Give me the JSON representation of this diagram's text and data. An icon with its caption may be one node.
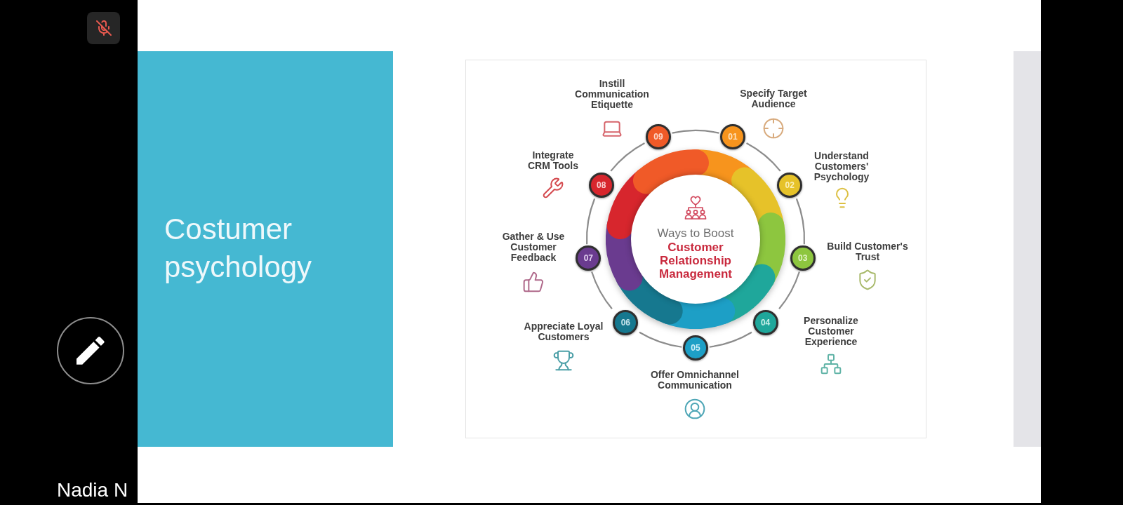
{
  "diagram": {
    "nodes": [
      {
        "text": [
          "Costumer psychology"
        ]
      },
      {
        "text": [
          "Ways to Boost",
          "Customer Relationship Management"
        ]
      },
      {
        "text": [
          "01"
        ],
        "beside": [
          "Specify Target Audience"
        ]
      },
      {
        "text": [
          "02"
        ],
        "beside": [
          "Understand Customers' Psychology"
        ]
      },
      {
        "text": [
          "03"
        ],
        "beside": [
          "Build Customer's Trust"
        ]
      },
      {
        "text": [
          "04"
        ],
        "beside": [
          "Personalize Customer Experience"
        ]
      },
      {
        "text": [
          "05"
        ],
        "beside": [
          "Offer Omnichannel Communication"
        ]
      },
      {
        "text": [
          "06"
        ],
        "beside": [
          "Appreciate Loyal Customers"
        ]
      },
      {
        "text": [
          "07"
        ],
        "beside": [
          "Gather & Use Customer Feedback"
        ]
      },
      {
        "text": [
          "08"
        ],
        "beside": [
          "Integrate CRM Tools"
        ]
      },
      {
        "text": [
          "09"
        ],
        "beside": [
          "Instill Communication Etiquette"
        ]
      }
    ],
    "edges": [
      {
        "from": 2,
        "to": 3,
        "arrow": "none"
      },
      {
        "from": 3,
        "to": 4,
        "arrow": "none"
      },
      {
        "from": 4,
        "to": 5,
        "arrow": "none"
      },
      {
        "from": 5,
        "to": 6,
        "arrow": "none"
      },
      {
        "from": 6,
        "to": 7,
        "arrow": "none"
      },
      {
        "from": 7,
        "to": 8,
        "arrow": "none"
      },
      {
        "from": 8,
        "to": 9,
        "arrow": "none"
      },
      {
        "from": 9,
        "to": 10,
        "arrow": "none"
      },
      {
        "from": 10,
        "to": 2,
        "arrow": "none"
      }
    ],
    "labels": [
      "Nadia N"
    ]
  }
}
